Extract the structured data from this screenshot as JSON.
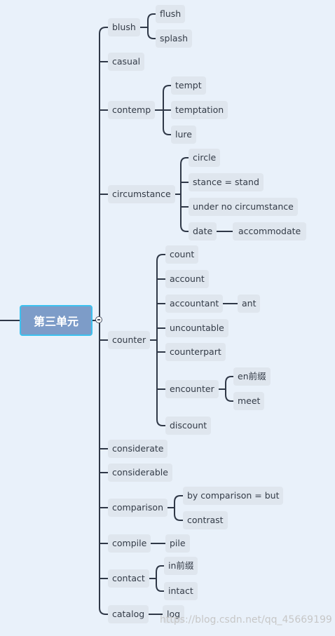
{
  "root": "第三单元",
  "branches": {
    "blush": {
      "label": "blush",
      "children": [
        "flush",
        "splash"
      ]
    },
    "casual": {
      "label": "casual"
    },
    "contemp": {
      "label": "contemp",
      "children": [
        "tempt",
        "temptation",
        "lure"
      ]
    },
    "circumstance": {
      "label": "circumstance",
      "children": [
        "circle",
        "stance = stand",
        "under no circumstance",
        "date"
      ],
      "date_child": "accommodate"
    },
    "counter": {
      "label": "counter",
      "children": [
        "count",
        "account",
        "accountant",
        "uncountable",
        "counterpart",
        "encounter",
        "discount"
      ],
      "accountant_child": "ant",
      "encounter_children": [
        "en前缀",
        "meet"
      ]
    },
    "considerate": {
      "label": "considerate"
    },
    "considerable": {
      "label": "considerable"
    },
    "comparison": {
      "label": "comparison",
      "children": [
        "by comparison  = but",
        "contrast"
      ]
    },
    "compile": {
      "label": "compile",
      "children": [
        "pile"
      ]
    },
    "contact": {
      "label": "contact",
      "children": [
        "in前缀",
        "intact"
      ]
    },
    "catalog": {
      "label": "catalog",
      "children": [
        "log"
      ]
    }
  },
  "watermark": "https://blog.csdn.net/qq_45669199",
  "colors": {
    "background": "#e9f1fa",
    "node": "#dfe6ee",
    "line": "#2f3847",
    "root_fill": "#7d9cc8",
    "root_border": "#3cc1ef"
  }
}
